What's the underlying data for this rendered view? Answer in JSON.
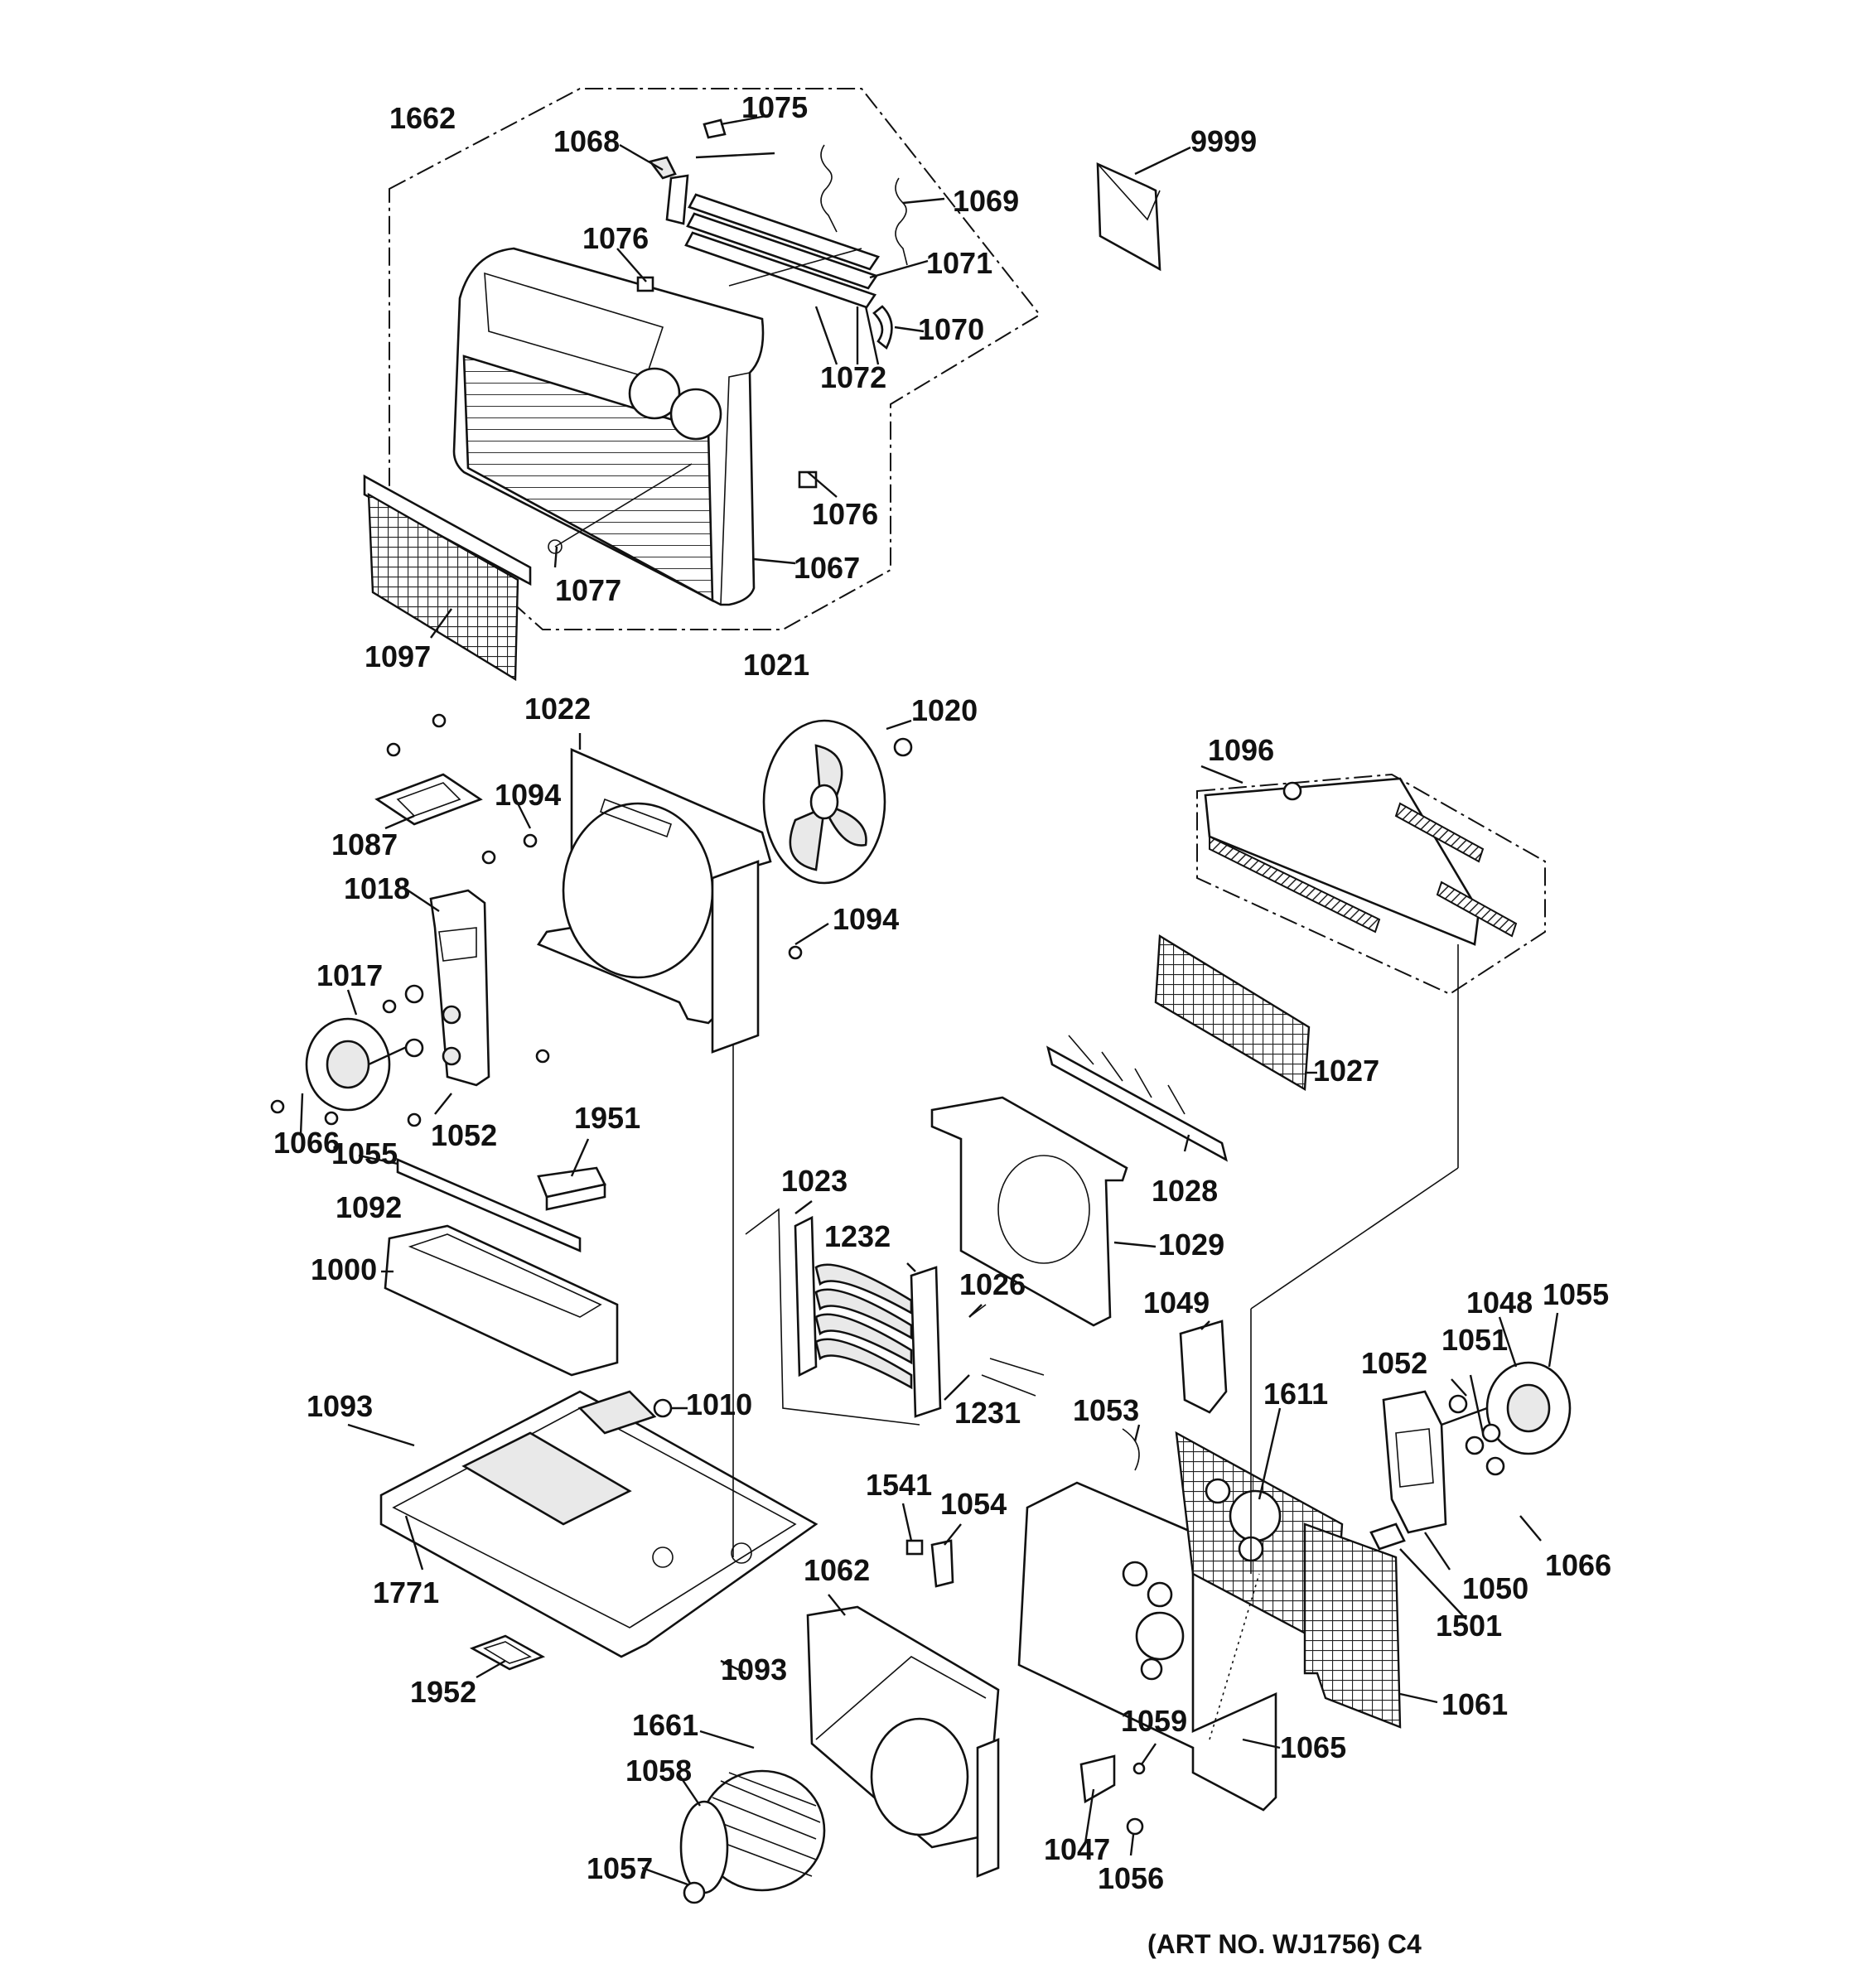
{
  "footer": {
    "art_number": "(ART NO. WJ1756) C4"
  },
  "labels": {
    "l1662": "1662",
    "l1075": "1075",
    "l1068": "1068",
    "l9999": "9999",
    "l1069": "1069",
    "l1076a": "1076",
    "l1071": "1071",
    "l1070": "1070",
    "l1072": "1072",
    "l1076b": "1076",
    "l1067": "1067",
    "l1077": "1077",
    "l1097": "1097",
    "l1021": "1021",
    "l1020": "1020",
    "l1022": "1022",
    "l1096": "1096",
    "l1094a": "1094",
    "l1087": "1087",
    "l1018": "1018",
    "l1094b": "1094",
    "l1017": "1017",
    "l1027": "1027",
    "l1066a": "1066",
    "l1052a": "1052",
    "l1951": "1951",
    "l1055a": "1055",
    "l1028": "1028",
    "l1092": "1092",
    "l1023": "1023",
    "l1029": "1029",
    "l1232": "1232",
    "l1000": "1000",
    "l1026": "1026",
    "l1049": "1049",
    "l1048": "1048",
    "l1055b": "1055",
    "l1051": "1051",
    "l1052b": "1052",
    "l1093a": "1093",
    "l1010": "1010",
    "l1231": "1231",
    "l1053": "1053",
    "l1611": "1611",
    "l1541": "1541",
    "l1054": "1054",
    "l1066b": "1066",
    "l1771": "1771",
    "l1062": "1062",
    "l1050": "1050",
    "l1501": "1501",
    "l1952": "1952",
    "l1093b": "1093",
    "l1061": "1061",
    "l1661": "1661",
    "l1059": "1059",
    "l1065": "1065",
    "l1058": "1058",
    "l1047": "1047",
    "l1057": "1057",
    "l1056": "1056"
  }
}
